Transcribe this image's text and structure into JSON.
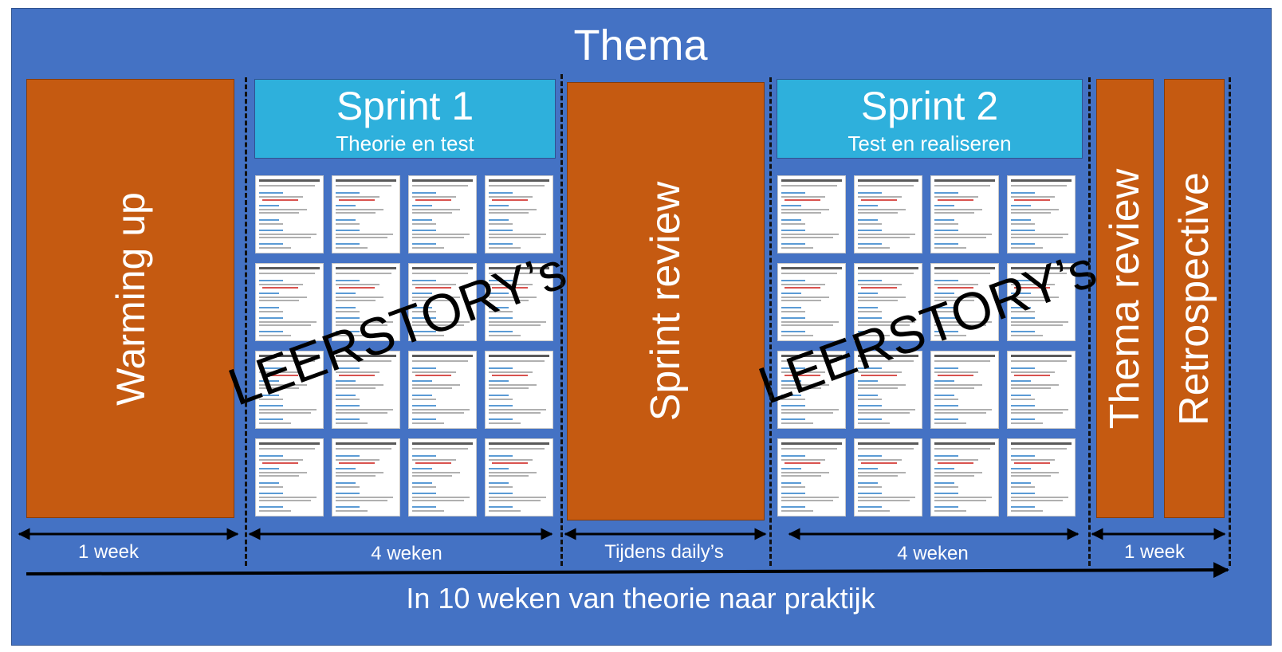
{
  "title": "Thema",
  "columns": {
    "warming_up": "Warming up",
    "sprint1": {
      "title": "Sprint 1",
      "subtitle": "Theorie en test"
    },
    "sprint_review": "Sprint review",
    "sprint2": {
      "title": "Sprint 2",
      "subtitle": "Test en realiseren"
    },
    "thema_review": "Thema review",
    "retrospective": "Retrospective"
  },
  "watermark": "LEERSTORY’s",
  "card_title": "NTG3.08 DNS in een Windows Server 2016 netwerk",
  "durations": {
    "d1": "1 week",
    "d2": "4 weken",
    "d3": "Tijdens daily’s",
    "d4": "4 weken",
    "d5": "1 week"
  },
  "footer": "In 10 weken van theorie naar praktijk",
  "colors": {
    "background": "#4472c4",
    "orange_block": "#c55a11",
    "sprint_header": "#2eb0dc"
  }
}
